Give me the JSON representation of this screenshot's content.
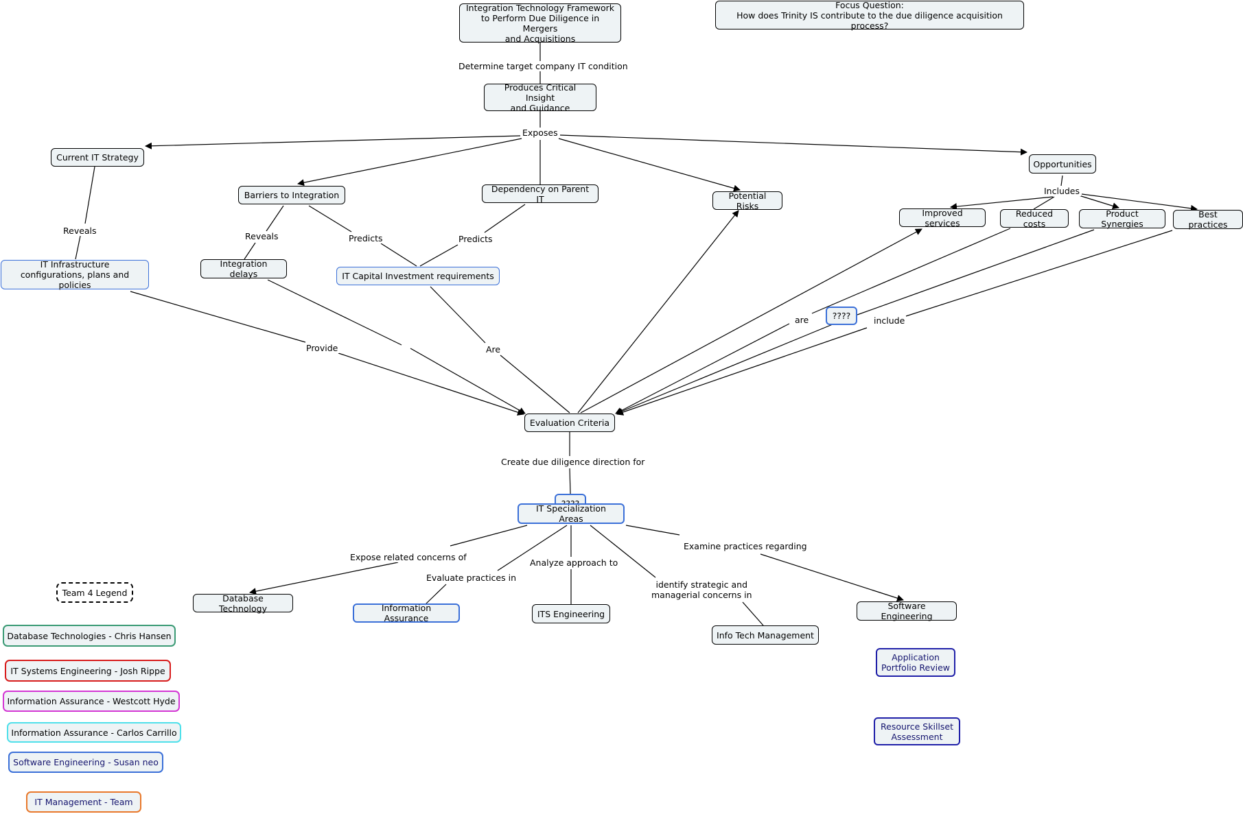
{
  "focus": {
    "line1": "Focus Question:",
    "line2": "How does Trinity IS contribute to the due diligence acquisition process?"
  },
  "nodes": {
    "framework": "Integration Technology Framework\nto Perform Due Diligence in Mergers\nand Acquisitions",
    "insight": "Produces Critical Insight\nand Guidance",
    "strategy": "Current IT Strategy",
    "barriers": "Barriers to Integration",
    "dependency": "Dependency on Parent IT",
    "risks": "Potential Risks",
    "opportunities": "Opportunities",
    "improved": "Improved services",
    "reduced": "Reduced costs",
    "synergies": "Product Synergies",
    "best": "Best practices",
    "infra": "IT Infrastructure\nconfigurations, plans and policies",
    "delays": "Integration delays",
    "capital": "IT Capital Investment requirements",
    "unknown1": "????",
    "evaluation": "Evaluation Criteria",
    "unknown2": "????",
    "specialization": "IT Specialization Areas",
    "database": "Database Technology",
    "assurance": "Information Assurance",
    "its": "ITS Engineering",
    "infotech": "Info Tech Management",
    "software": "Software Engineering",
    "portfolio": "Application\nPortfolio Review",
    "skillset": "Resource Skillset\nAssessment"
  },
  "links": {
    "determine": "Determine target company IT condition",
    "exposes": "Exposes",
    "reveals1": "Reveals",
    "reveals2": "Reveals",
    "predicts1": "Predicts",
    "predicts2": "Predicts",
    "includes": "Includes",
    "provide": "Provide",
    "are1": "Are",
    "are2": "are",
    "include": "include",
    "create": "Create due diligence direction for",
    "expose": "Expose related  concerns of",
    "evaluate": "Evaluate practices in",
    "analyze": "Analyze approach to",
    "identify": "identify strategic and\nmanagerial concerns in",
    "examine": "Examine practices regarding"
  },
  "legend": {
    "title": "Team 4 Legend",
    "items": [
      {
        "label": "Database Technologies - Chris Hansen",
        "color": "#3a9a74"
      },
      {
        "label": "IT Systems Engineering - Josh Rippe",
        "color": "#d81c1c"
      },
      {
        "label": "Information Assurance - Westcott Hyde",
        "color": "#d436d4"
      },
      {
        "label": "Information Assurance - Carlos Carrillo",
        "color": "#4fe0ea"
      },
      {
        "label": "Software Engineering - Susan neo",
        "color": "#3a6fd8"
      },
      {
        "label": "IT Management  - Team",
        "color": "#e8782a"
      }
    ]
  }
}
